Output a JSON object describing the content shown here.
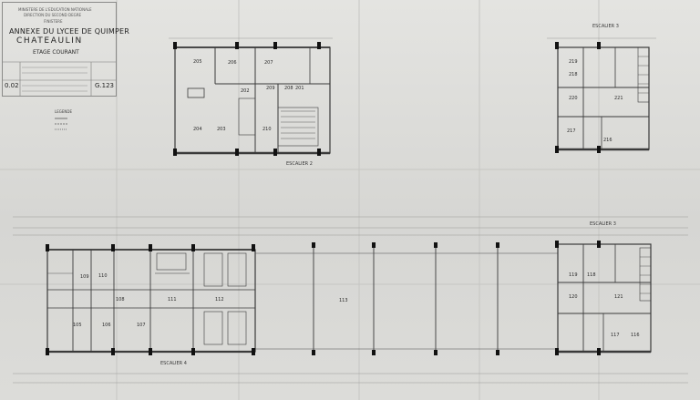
{
  "title_block": {
    "ministry": "MINISTERE DE L'EDUCATION NATIONALE",
    "direction": "DIRECTION DU SECOND DEGRE",
    "department": "FINISTERE",
    "project": "ANNEXE DU LYCEE DE QUIMPER",
    "city": "CHATEAULIN",
    "level": "ETAGE COURANT",
    "sheet_number": "0.02",
    "drawing_code": "G.123"
  },
  "legend": {
    "title": "LEGENDE"
  },
  "rooms": {
    "top_left": [
      "205",
      "206",
      "207",
      "208",
      "201",
      "202",
      "203",
      "204",
      "209",
      "210"
    ],
    "top_right": [
      "219",
      "218",
      "220",
      "221",
      "217",
      "216"
    ],
    "bottom_left": [
      "109",
      "110",
      "108",
      "105",
      "106",
      "107",
      "111",
      "112",
      "113"
    ],
    "bottom_right": [
      "119",
      "118",
      "120",
      "121",
      "117",
      "116"
    ]
  },
  "stairs": {
    "stair_3_top": "ESCALIER 3",
    "stair_2_top": "ESCALIER 2",
    "stair_3_bottom": "ESCALIER 3",
    "stair_4_bottom": "ESCALIER 4"
  },
  "colors": {
    "paper": "#dcdcd9",
    "ink": "#2a2a2a",
    "fold": "#c9c9c6"
  }
}
